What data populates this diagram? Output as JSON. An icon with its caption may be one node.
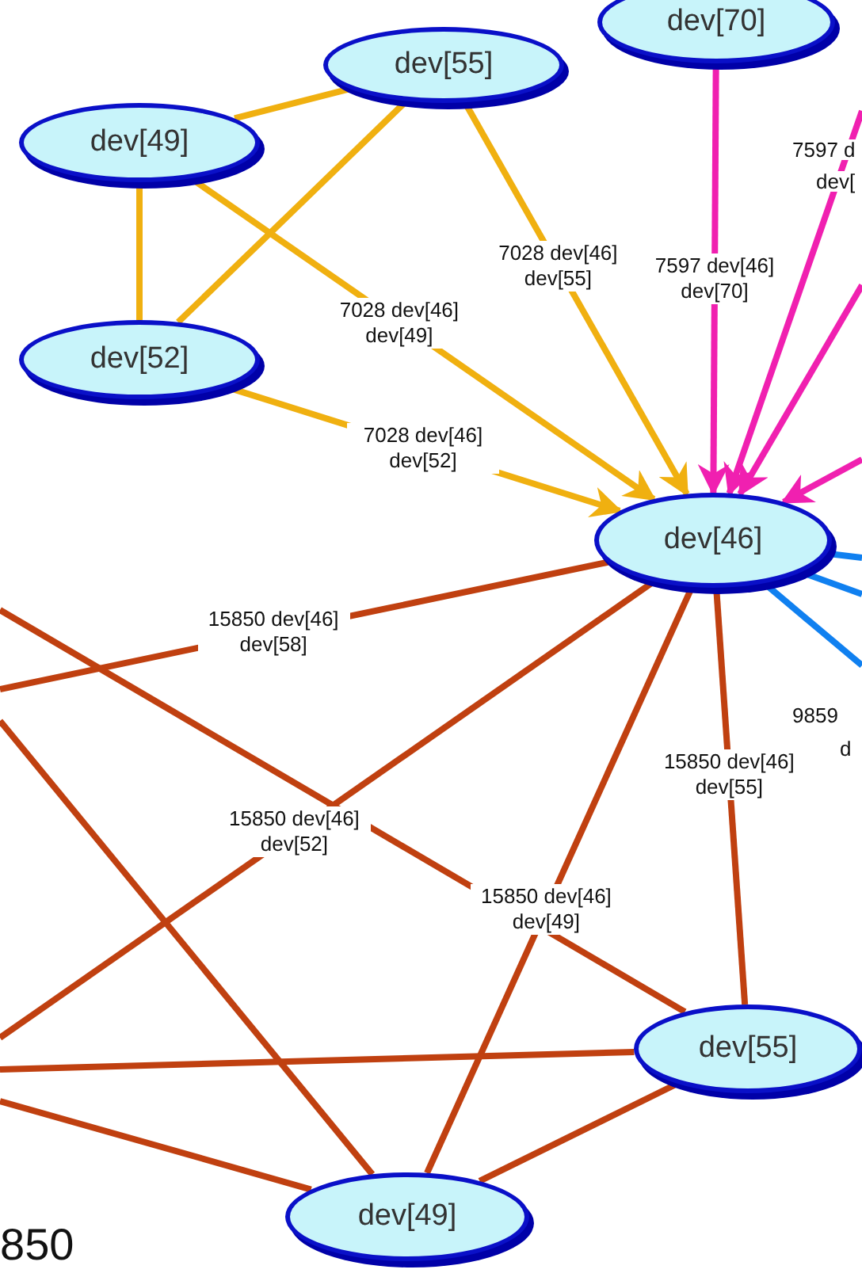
{
  "diagram": {
    "nodes": [
      {
        "text": [
          "dev[70]"
        ]
      },
      {
        "text": [
          "dev[55]"
        ]
      },
      {
        "text": [
          "dev[49]"
        ]
      },
      {
        "text": [
          "dev[52]"
        ]
      },
      {
        "text": [
          "dev[46]"
        ]
      },
      {
        "text": [
          "dev[55]"
        ]
      },
      {
        "text": [
          "dev[49]"
        ]
      }
    ],
    "edges": [
      {
        "from": 1,
        "to": 2,
        "arrow": "none",
        "color": "#f0b010"
      },
      {
        "from": 2,
        "to": 3,
        "arrow": "none",
        "color": "#f0b010"
      },
      {
        "from": 1,
        "to": 3,
        "arrow": "none",
        "color": "#f0b010"
      },
      {
        "from": 2,
        "to": 4,
        "arrow": "to",
        "label": "7028 dev[46] dev[49]",
        "color": "#f0b010"
      },
      {
        "from": 1,
        "to": 4,
        "arrow": "to",
        "label": "7028 dev[46] dev[55]",
        "color": "#f0b010"
      },
      {
        "from": 3,
        "to": 4,
        "arrow": "to",
        "label": "7028 dev[46] dev[52]",
        "color": "#f0b010"
      },
      {
        "from": 0,
        "to": 4,
        "arrow": "to",
        "label": "7597 dev[46] dev[70]",
        "color": "#f020b0"
      },
      {
        "from": null,
        "to": 4,
        "arrow": "to",
        "color": "#f020b0"
      },
      {
        "from": null,
        "to": 4,
        "arrow": "to",
        "color": "#f020b0"
      },
      {
        "from": null,
        "to": 4,
        "arrow": "to",
        "color": "#f020b0"
      },
      {
        "from": 4,
        "to": null,
        "arrow": "none",
        "color": "#1080f0"
      },
      {
        "from": 4,
        "to": null,
        "arrow": "none",
        "color": "#1080f0"
      },
      {
        "from": 4,
        "to": null,
        "arrow": "none",
        "color": "#1080f0"
      },
      {
        "from": 4,
        "to": null,
        "arrow": "none",
        "label": "15850 dev[46] dev[58]"
      },
      {
        "from": 4,
        "to": null,
        "arrow": "none",
        "label": "15850 dev[46] dev[52]"
      },
      {
        "from": 4,
        "to": 6,
        "arrow": "none",
        "label": "15850 dev[46] dev[49]"
      },
      {
        "from": 4,
        "to": 5,
        "arrow": "none",
        "label": "15850 dev[46] dev[55]"
      },
      {
        "from": null,
        "to": 5,
        "arrow": "none"
      },
      {
        "from": null,
        "to": 6,
        "arrow": "none"
      },
      {
        "from": null,
        "to": 5,
        "arrow": "none"
      },
      {
        "from": null,
        "to": 6,
        "arrow": "none"
      },
      {
        "from": 5,
        "to": 6,
        "arrow": "none"
      }
    ],
    "labels": [
      "7597 d",
      "dev[",
      "9859",
      "d",
      "850"
    ]
  }
}
